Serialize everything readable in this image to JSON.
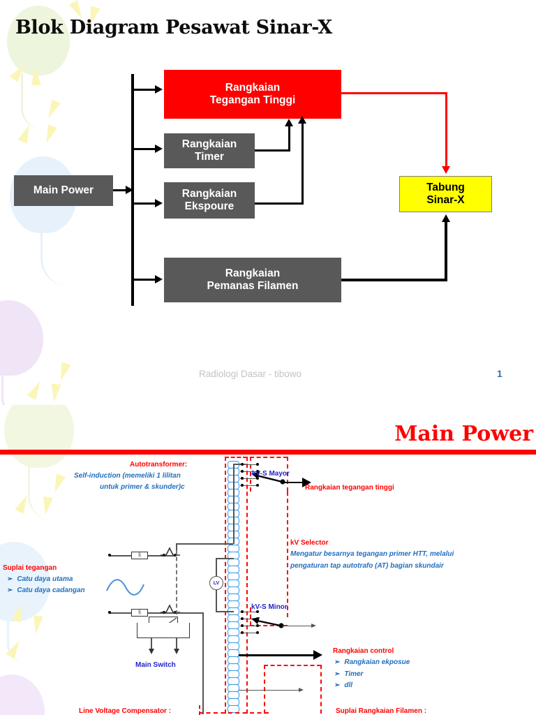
{
  "slide1": {
    "title": "Blok Diagram Pesawat Sinar-X",
    "blocks": {
      "main_power": "Main Power",
      "high_voltage": "Rangkaian\nTegangan Tinggi",
      "hv_line1": "Rangkaian",
      "hv_line2": "Tegangan Tinggi",
      "timer_line1": "Rangkaian",
      "timer_line2": "Timer",
      "exposure_line1": "Rangkaian",
      "exposure_line2": "Ekspoure",
      "filament_line1": "Rangkaian",
      "filament_line2": "Pemanas Filamen",
      "tube_line1": "Tabung",
      "tube_line2": "Sinar-X"
    },
    "footer": "Radiologi Dasar - tibowo",
    "page_number": "1",
    "colors": {
      "block_gray": "#595959",
      "block_red": "#fe0000",
      "block_yellow": "#ffff00",
      "footer_gray": "#c3c3c3",
      "page_blue": "#3b6ea5"
    }
  },
  "slide2": {
    "title": "Main Power",
    "rule_color": "#ff0000",
    "labels": {
      "autotransformer_head": "Autotransformer:",
      "autotransformer_body_1": "Self-induction (memeliki 1 lilitan",
      "autotransformer_body_2": "untuk primer & skunder)c",
      "kvs_mayor": "kV-S Mayor",
      "rangkaian_tegangan_tinggi": "Rangkaian tegangan tinggi",
      "kv_selector_head": "kV Selector",
      "kv_selector_body_1": "Mengatur besarnya tegangan primer HTT, melalui",
      "kv_selector_body_2": "pengaturan tap autotrafo (AT) bagian skundair",
      "suplai_tegangan_head": "Suplai tegangan",
      "suplai_tegangan_item_1": "Catu daya utama",
      "suplai_tegangan_item_2": "Catu daya cadangan",
      "kvs_minor": "kV-S Minor",
      "main_switch": "Main Switch",
      "rangkaian_control_head": "Rangkaian control",
      "rangkaian_control_item_1": "Rangkaian ekposue",
      "rangkaian_control_item_2": "Timer",
      "rangkaian_control_item_3": "dll",
      "line_voltage_compensator": "Line Voltage Compensator :",
      "suplai_rangkaian_filamen": "Suplai Rangkaian Filamen :",
      "meter_lv": "LV",
      "fuse_symbol": "§"
    },
    "colors": {
      "red": "#ff0000",
      "blue_text": "#1f6fbf",
      "blue_bold": "#2222cc",
      "coil_blue": "#3399e8"
    }
  }
}
